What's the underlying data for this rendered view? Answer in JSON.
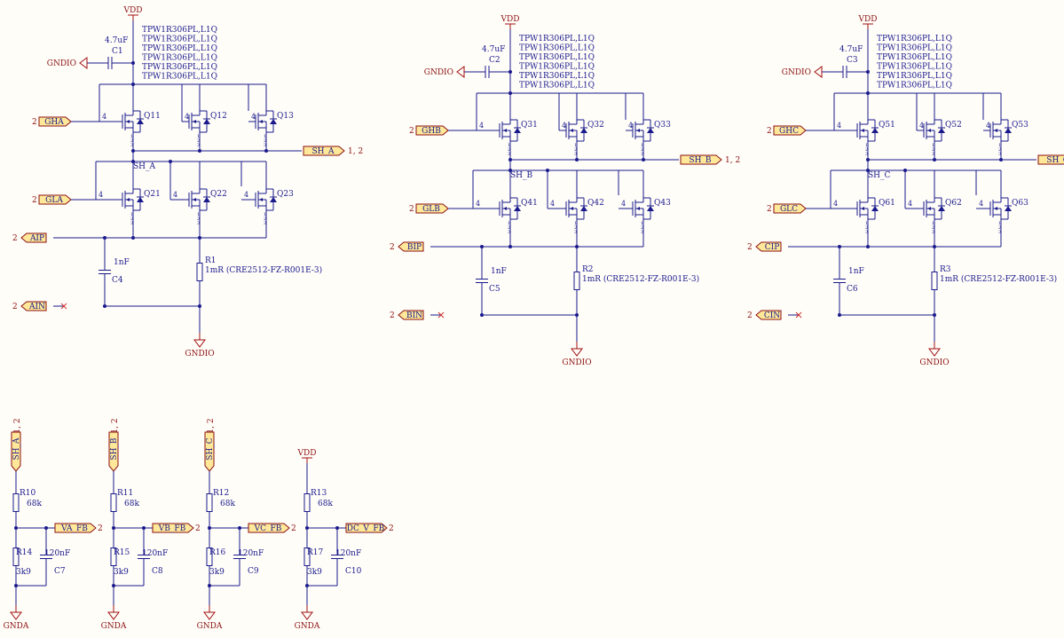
{
  "phases": [
    {
      "ox": 0,
      "oy": 0,
      "vdd": "VDD",
      "cap_top": {
        "ref": "C1",
        "value": "4.7uF"
      },
      "gnd_top": "GNDIO",
      "part_list": [
        "TPW1R306PL,L1Q",
        "TPW1R306PL,L1Q",
        "TPW1R306PL,L1Q",
        "TPW1R306PL,L1Q",
        "TPW1R306PL,L1Q",
        "TPW1R306PL,L1Q"
      ],
      "gate_hi": {
        "pin": "2",
        "name": "GHA"
      },
      "gate_lo": {
        "pin": "2",
        "name": "GLA"
      },
      "high_fets": [
        "Q11",
        "Q12",
        "Q13"
      ],
      "low_fets": [
        "Q21",
        "Q22",
        "Q23"
      ],
      "switch_node": {
        "net": "SH_A",
        "port": "SH_A",
        "pins": "1, 2"
      },
      "isense_p": {
        "pin": "2",
        "name": "AIP"
      },
      "isense_n": {
        "pin": "2",
        "name": "AIN"
      },
      "cap_sense": {
        "ref": "C4",
        "value": "1nF"
      },
      "shunt": {
        "ref": "R1",
        "value": "1mR (CRE2512-FZ-R001E-3)"
      },
      "gnd_bottom": "GNDIO",
      "gate_pin_num": "4"
    },
    {
      "ox": 425,
      "oy": 10,
      "vdd": "VDD",
      "cap_top": {
        "ref": "C2",
        "value": "4.7uF"
      },
      "gnd_top": "GNDIO",
      "part_list": [
        "TPW1R306PL,L1Q",
        "TPW1R306PL,L1Q",
        "TPW1R306PL,L1Q",
        "TPW1R306PL,L1Q",
        "TPW1R306PL,L1Q",
        "TPW1R306PL,L1Q"
      ],
      "gate_hi": {
        "pin": "2",
        "name": "GHB"
      },
      "gate_lo": {
        "pin": "2",
        "name": "GLB"
      },
      "high_fets": [
        "Q31",
        "Q32",
        "Q33"
      ],
      "low_fets": [
        "Q41",
        "Q42",
        "Q43"
      ],
      "switch_node": {
        "net": "SH_B",
        "port": "SH_B",
        "pins": "1, 2"
      },
      "isense_p": {
        "pin": "2",
        "name": "BIP"
      },
      "isense_n": {
        "pin": "2",
        "name": "BIN"
      },
      "cap_sense": {
        "ref": "C5",
        "value": "1nF"
      },
      "shunt": {
        "ref": "R2",
        "value": "1mR (CRE2512-FZ-R001E-3)"
      },
      "gnd_bottom": "GNDIO",
      "gate_pin_num": "4"
    },
    {
      "ox": 828,
      "oy": 10,
      "vdd": "VDD",
      "cap_top": {
        "ref": "C3",
        "value": "4.7uF"
      },
      "gnd_top": "GNDIO",
      "part_list": [
        "TPW1R306PL,L1Q",
        "TPW1R306PL,L1Q",
        "TPW1R306PL,L1Q",
        "TPW1R306PL,L1Q",
        "TPW1R306PL,L1Q",
        "TPW1R306PL,L1Q"
      ],
      "gate_hi": {
        "pin": "2",
        "name": "GHC"
      },
      "gate_lo": {
        "pin": "2",
        "name": "GLC"
      },
      "high_fets": [
        "Q51",
        "Q52",
        "Q53"
      ],
      "low_fets": [
        "Q61",
        "Q62",
        "Q63"
      ],
      "switch_node": {
        "net": "SH_C",
        "port": "SH_C",
        "pins": ""
      },
      "isense_p": {
        "pin": "2",
        "name": "CIP"
      },
      "isense_n": {
        "pin": "2",
        "name": "CIN"
      },
      "cap_sense": {
        "ref": "C6",
        "value": "1nF"
      },
      "shunt": {
        "ref": "R3",
        "value": "1mR (CRE2512-FZ-R001E-3)"
      },
      "gnd_bottom": "GNDIO",
      "gate_pin_num": "4"
    }
  ],
  "dividers": [
    {
      "ox": 0,
      "in_port": "SH_A",
      "in_pins": "1, 2",
      "r_top": {
        "ref": "R10",
        "value": "68k"
      },
      "r_bot": {
        "ref": "R14",
        "value": "3k9"
      },
      "cap": {
        "ref": "C7",
        "value": "120nF"
      },
      "out": "VA_FB",
      "out_pin": "2",
      "gnd": "GNDA"
    },
    {
      "ox": 110,
      "in_port": "SH_B",
      "in_pins": "1, 2",
      "r_top": {
        "ref": "R11",
        "value": "68k"
      },
      "r_bot": {
        "ref": "R15",
        "value": "3k9"
      },
      "cap": {
        "ref": "C8",
        "value": "120nF"
      },
      "out": "VB_FB",
      "out_pin": "2",
      "gnd": "GNDA"
    },
    {
      "ox": 218,
      "in_port": "SH_C",
      "in_pins": "1, 2",
      "r_top": {
        "ref": "R12",
        "value": "68k"
      },
      "r_bot": {
        "ref": "R16",
        "value": "3k9"
      },
      "cap": {
        "ref": "C9",
        "value": "120nF"
      },
      "out": "VC_FB",
      "out_pin": "2",
      "gnd": "GNDA"
    },
    {
      "ox": 328,
      "in_supply": "VDD",
      "r_top": {
        "ref": "R13",
        "value": "68k"
      },
      "r_bot": {
        "ref": "R17",
        "value": "3k9"
      },
      "cap": {
        "ref": "C10",
        "value": "120nF"
      },
      "out": "DC_V_FB",
      "out_pin": "2",
      "gnd": "GNDA"
    }
  ]
}
